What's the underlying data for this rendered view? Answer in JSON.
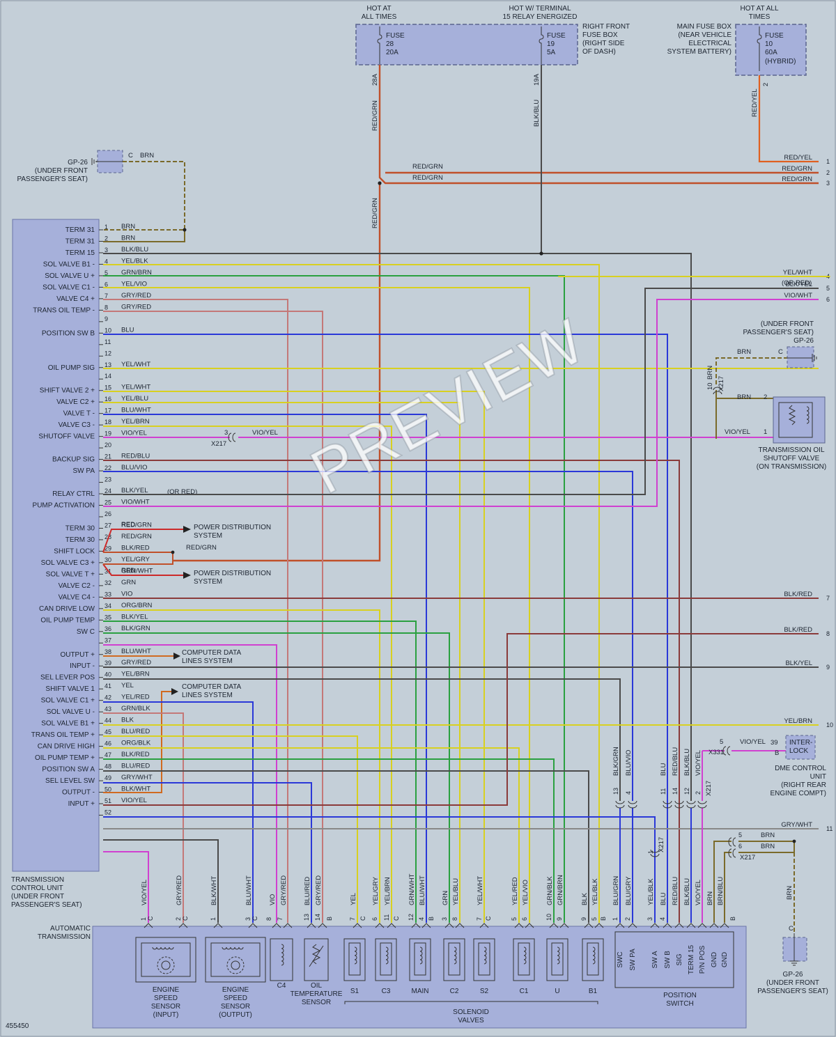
{
  "diagram_id": "455450",
  "watermark": "PREVIEW",
  "colors": {
    "background": "#c4cfd8",
    "box_fill": "#a6b0da",
    "box_stroke": "#6a74a8",
    "wire_red_grn": "#c0502a",
    "wire_red": "#cc2a2a",
    "wire_brn": "#7a6a2a",
    "wire_blk": "#4a4a4a",
    "wire_yel": "#d8d020",
    "wire_grn": "#2aa040",
    "wire_blu": "#2a38d8",
    "wire_vio": "#d040d0",
    "wire_gry_red": "#c47878",
    "wire_blk_red": "#8a3a3a",
    "wire_gry": "#888888"
  },
  "top_labels": {
    "hot_at_all_times": [
      "HOT AT",
      "ALL TIMES"
    ],
    "hot_relay": [
      "HOT W/ TERMINAL",
      "15 RELAY ENERGIZED"
    ],
    "hot_at_all_times_right": [
      "HOT AT ALL",
      "TIMES"
    ]
  },
  "fuse_boxes": {
    "right_front": {
      "caption": [
        "RIGHT FRONT",
        "FUSE BOX",
        "(RIGHT SIDE",
        "OF DASH)"
      ],
      "fuse_a": [
        "FUSE",
        "28",
        "20A"
      ],
      "fuse_b": [
        "FUSE",
        "19",
        "5A"
      ],
      "pin_a": "28A",
      "pin_b": "19A"
    },
    "main": {
      "caption": [
        "MAIN FUSE BOX",
        "(NEAR VEHICLE",
        "ELECTRICAL",
        "SYSTEM BATTERY)"
      ],
      "fuse": [
        "FUSE",
        "10",
        "60A",
        "(HYBRID)"
      ],
      "pin": "2"
    }
  },
  "ground_top_left": {
    "name": "GP-26",
    "location": [
      "(UNDER FRONT",
      "PASSENGER'S SEAT)"
    ],
    "pin": "C",
    "wire": "BRN"
  },
  "tcu": {
    "caption": [
      "TRANSMISSION",
      "CONTROL UNIT",
      "(UNDER FRONT",
      "PASSENGER'S SEAT)"
    ],
    "pins": [
      {
        "n": "1",
        "label": "TERM 31",
        "wire": "BRN"
      },
      {
        "n": "2",
        "label": "TERM 31",
        "wire": "BRN"
      },
      {
        "n": "3",
        "label": "TERM 15",
        "wire": "BLK/BLU"
      },
      {
        "n": "4",
        "label": "SOL VALVE B1 -",
        "wire": "YEL/BLK"
      },
      {
        "n": "5",
        "label": "SOL VALVE U +",
        "wire": "GRN/BRN"
      },
      {
        "n": "6",
        "label": "SOL VALVE C1 -",
        "wire": "YEL/VIO"
      },
      {
        "n": "7",
        "label": "VALVE C4 +",
        "wire": "GRY/RED"
      },
      {
        "n": "8",
        "label": "TRANS OIL TEMP -",
        "wire": "GRY/RED"
      },
      {
        "n": "9",
        "label": "",
        "wire": ""
      },
      {
        "n": "10",
        "label": "POSITION SW B",
        "wire": "BLU"
      },
      {
        "n": "11",
        "label": "",
        "wire": ""
      },
      {
        "n": "12",
        "label": "",
        "wire": ""
      },
      {
        "n": "13",
        "label": "OIL PUMP SIG",
        "wire": "YEL/WHT"
      },
      {
        "n": "14",
        "label": "",
        "wire": ""
      },
      {
        "n": "15",
        "label": "SHIFT VALVE 2 +",
        "wire": "YEL/WHT"
      },
      {
        "n": "16",
        "label": "VALVE C2 +",
        "wire": "YEL/BLU"
      },
      {
        "n": "17",
        "label": "VALVE T -",
        "wire": "BLU/WHT"
      },
      {
        "n": "18",
        "label": "VALVE C3 -",
        "wire": "YEL/BRN"
      },
      {
        "n": "19",
        "label": "SHUTOFF VALVE",
        "wire": "VIO/YEL"
      },
      {
        "n": "20",
        "label": "",
        "wire": ""
      },
      {
        "n": "21",
        "label": "BACKUP SIG",
        "wire": "RED/BLU"
      },
      {
        "n": "22",
        "label": "SW PA",
        "wire": "BLU/VIO"
      },
      {
        "n": "23",
        "label": "",
        "wire": ""
      },
      {
        "n": "24",
        "label": "RELAY CTRL",
        "wire": "BLK/YEL"
      },
      {
        "n": "25",
        "label": "PUMP ACTIVATION",
        "wire": "VIO/WHT"
      },
      {
        "n": "26",
        "label": "",
        "wire": ""
      },
      {
        "n": "27",
        "label": "TERM 30",
        "wire": "RED/GRN"
      },
      {
        "n": "28",
        "label": "TERM 30",
        "wire": "RED/GRN"
      },
      {
        "n": "29",
        "label": "SHIFT LOCK",
        "wire": "BLK/RED"
      },
      {
        "n": "30",
        "label": "SOL VALVE C3 +",
        "wire": "YEL/GRY"
      },
      {
        "n": "31",
        "label": "SOL VALVE T +",
        "wire": "GRN/WHT"
      },
      {
        "n": "32",
        "label": "VALVE C2 -",
        "wire": "GRN"
      },
      {
        "n": "33",
        "label": "VALVE C4 -",
        "wire": "VIO"
      },
      {
        "n": "34",
        "label": "CAN DRIVE LOW",
        "wire": "ORG/BRN"
      },
      {
        "n": "35",
        "label": "OIL PUMP TEMP",
        "wire": "BLK/YEL"
      },
      {
        "n": "36",
        "label": "SW C",
        "wire": "BLK/GRN"
      },
      {
        "n": "37",
        "label": "",
        "wire": ""
      },
      {
        "n": "38",
        "label": "OUTPUT +",
        "wire": "BLU/WHT"
      },
      {
        "n": "39",
        "label": "INPUT -",
        "wire": "GRY/RED"
      },
      {
        "n": "40",
        "label": "SEL LEVER POS",
        "wire": "YEL/BRN"
      },
      {
        "n": "41",
        "label": "SHIFT VALVE 1",
        "wire": "YEL"
      },
      {
        "n": "42",
        "label": "SOL VALVE C1 +",
        "wire": "YEL/RED"
      },
      {
        "n": "43",
        "label": "SOL VALVE U -",
        "wire": "GRN/BLK"
      },
      {
        "n": "44",
        "label": "SOL VALVE B1 +",
        "wire": "BLK"
      },
      {
        "n": "45",
        "label": "TRANS OIL TEMP +",
        "wire": "BLU/RED"
      },
      {
        "n": "46",
        "label": "CAN DRIVE HIGH",
        "wire": "ORG/BLK"
      },
      {
        "n": "47",
        "label": "OIL PUMP TEMP +",
        "wire": "BLK/RED"
      },
      {
        "n": "48",
        "label": "POSITION SW A",
        "wire": "BLU/RED"
      },
      {
        "n": "49",
        "label": "SEL LEVEL SW",
        "wire": "GRY/WHT"
      },
      {
        "n": "50",
        "label": "OUTPUT -",
        "wire": "BLK/WHT"
      },
      {
        "n": "51",
        "label": "INPUT +",
        "wire": "VIO/YEL"
      },
      {
        "n": "52",
        "label": "",
        "wire": ""
      }
    ],
    "side_labels": {
      "red_a": "RED",
      "red_b": "RED",
      "red_grn_out": "RED/GRN",
      "or_red": "(OR RED)",
      "power_dist": [
        "POWER DISTRIBUTION",
        "SYSTEM"
      ],
      "computer_data": [
        "COMPUTER DATA",
        "LINES SYSTEM"
      ]
    }
  },
  "right_connector": {
    "pins": [
      {
        "n": "1",
        "wire": "RED/YEL"
      },
      {
        "n": "2",
        "wire": "RED/GRN"
      },
      {
        "n": "3",
        "wire": "RED/GRN"
      },
      {
        "n": "4",
        "wire": "YEL/WHT"
      },
      {
        "n": "5",
        "wire": "BLK/YEL"
      },
      {
        "n": "6",
        "wire": "VIO/WHT"
      },
      {
        "n": "7",
        "wire": "BLK/RED"
      },
      {
        "n": "8",
        "wire": "BLK/RED"
      },
      {
        "n": "9",
        "wire": "BLK/YEL"
      },
      {
        "n": "10",
        "wire": "YEL/BRN"
      },
      {
        "n": "11",
        "wire": "GRY/WHT"
      }
    ],
    "or_red": "(OR RED)"
  },
  "splice_labels": {
    "red_grn_a": "RED/GRN",
    "red_grn_b": "RED/GRN",
    "red_grn_vert": "RED/GRN",
    "red_grn_down": "RED/GRN",
    "blk_blu_vert": "BLK/BLU",
    "red_yel_vert": "RED/YEL"
  },
  "shutoff_valve": {
    "caption": [
      "TRANSMISSION OIL",
      "SHUTOFF VALVE",
      "(ON TRANSMISSION)"
    ],
    "ground": {
      "name": "GP-26",
      "location": [
        "(UNDER FRONT",
        "PASSENGER'S SEAT)"
      ],
      "pin": "C",
      "wire": "BRN"
    },
    "connector": "X217",
    "conn_pin": "10",
    "pin2_wire": "BRN",
    "pin2": "2",
    "pin1_wire": "VIO/YEL",
    "pin1": "1",
    "x217_pin": "3",
    "x217_wire": "VIO/YEL"
  },
  "dme": {
    "caption": [
      "DME CONTROL",
      "UNIT",
      "(RIGHT REAR",
      "ENGINE COMPT)"
    ],
    "interlock": [
      "INTER-",
      "LOCK"
    ],
    "connector": "X331",
    "pin_a": "5",
    "pin_b": "39",
    "pin_c": "B",
    "wire": "VIO/YEL"
  },
  "lower_connectors": {
    "x217_a": "X217",
    "x217_b": "X217",
    "x217_c": "X217",
    "pin_labels_a": [
      "13",
      "4",
      "11",
      "14",
      "12",
      "2"
    ],
    "pin_labels_b": [
      "1"
    ],
    "pin_labels_c": [
      "5",
      "6"
    ],
    "brn_a": "BRN",
    "brn_b": "BRN",
    "wire_verticals": [
      "BLK/GRN",
      "BLU/VIO",
      "BLU",
      "RED/BLU",
      "BLK/BLU",
      "VIO/YEL"
    ]
  },
  "ground_bottom_right": {
    "name": "GP-26",
    "location": [
      "(UNDER FRONT",
      "PASSENGER'S SEAT)"
    ],
    "pin": "C",
    "wire": "BRN"
  },
  "transmission": {
    "caption": [
      "AUTOMATIC",
      "TRANSMISSION"
    ],
    "wire_labels": [
      "VIO/YEL",
      "GRY/RED",
      "BLK/WHT",
      "BLU/WHT",
      "VIO",
      "GRY/RED",
      "BLU/RED",
      "GRY/RED",
      "YEL",
      "YEL/GRY",
      "YEL/BRN",
      "GRN/WHT",
      "BLU/WHT",
      "GRN",
      "YEL/BLU",
      "YEL/WHT",
      "YEL/RED",
      "YEL/VIO",
      "GRN/BLK",
      "GRN/BRN",
      "BLK",
      "YEL/BLK",
      "BLU/GRN",
      "BLU/GRY",
      "YEL/BLK",
      "BLU",
      "RED/BLU",
      "BLK/BLU",
      "VIO/YEL",
      "BRN",
      "BRN/BLU"
    ],
    "pin_numbers": [
      "1",
      "2",
      "1",
      "3",
      "8",
      "7",
      "13",
      "14",
      "7",
      "6",
      "11",
      "12",
      "4",
      "3",
      "8",
      "7",
      "5",
      "6",
      "10",
      "9",
      "9",
      "5",
      "1",
      "2",
      "3",
      "4"
    ],
    "pin_letters": [
      "C",
      "C",
      "B",
      "C",
      "C",
      "C",
      "B",
      "C",
      "B",
      "B"
    ],
    "components": {
      "speed_in": [
        "ENGINE",
        "SPEED",
        "SENSOR",
        "(INPUT)"
      ],
      "speed_out": [
        "ENGINE",
        "SPEED",
        "SENSOR",
        "(OUTPUT)"
      ],
      "c4": "C4",
      "oil_temp": [
        "OIL",
        "TEMPERATURE",
        "SENSOR"
      ],
      "valves": [
        "S1",
        "C3",
        "MAIN",
        "C2",
        "S2",
        "C1",
        "U",
        "B1"
      ],
      "solenoid": [
        "SOLENOID",
        "VALVES"
      ],
      "position_switch": [
        "POSITION",
        "SWITCH"
      ],
      "switch_pins": [
        "SWC",
        "SW PA",
        "SW A",
        "SW B",
        "SIG",
        "TERM 15",
        "P/N POS",
        "GND",
        "GND"
      ]
    }
  }
}
